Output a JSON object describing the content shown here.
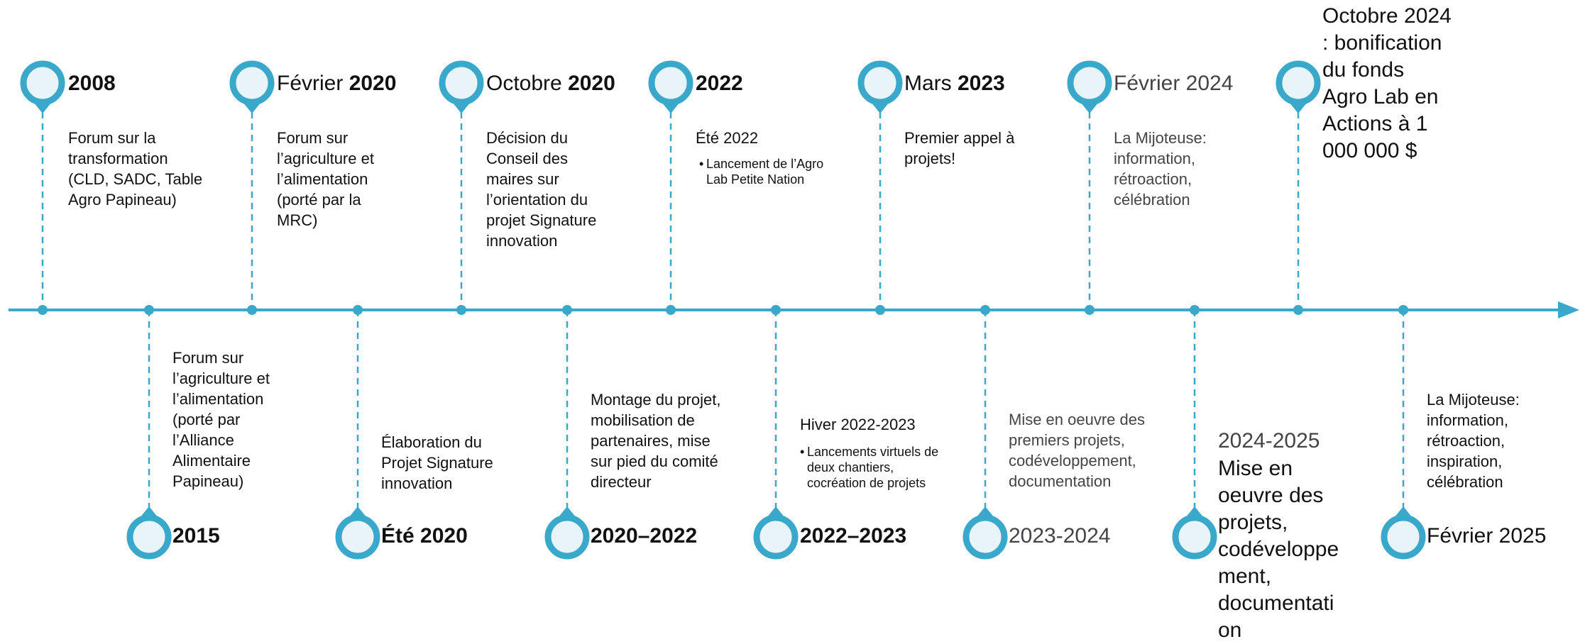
{
  "colors": {
    "accent": "#3aa8cb",
    "pin_fill": "#e8f4f8",
    "text": "#111111"
  },
  "events_top": [
    {
      "title_pre": "",
      "title_year": "2008",
      "desc": [
        "Forum sur la",
        "transformation",
        "(CLD, SADC, Table",
        "Agro Papineau)"
      ]
    },
    {
      "title_pre": "Février ",
      "title_year": "2020",
      "desc": [
        "Forum sur",
        "l’agriculture et",
        "l’alimentation",
        "(porté par la",
        "MRC)"
      ]
    },
    {
      "title_pre": "Octobre ",
      "title_year": "2020",
      "desc": [
        "Décision du",
        "Conseil des",
        "maires sur",
        "l’orientation du",
        "projet Signature",
        "innovation"
      ]
    },
    {
      "title_pre": "",
      "title_year": "2022",
      "subtitle": "Été 2022",
      "bullets": [
        "Lancement de l’Agro",
        "Lab Petite Nation"
      ]
    },
    {
      "title_pre": "Mars ",
      "title_year": "2023",
      "desc": [
        "Premier appel à",
        "projets!"
      ]
    },
    {
      "title_light": "Février 2024",
      "desc": [
        "La Mijoteuse:",
        "information,",
        "rétroaction,",
        "célébration"
      ]
    },
    {
      "big_text": [
        "Octobre 2024",
        ": bonification",
        "du fonds",
        "Agro Lab en",
        "Actions à 1",
        "000 000 $"
      ]
    }
  ],
  "events_bottom": [
    {
      "title": "2015",
      "desc": [
        "Forum sur",
        "l’agriculture et",
        "l’alimentation",
        "(porté par",
        "l’Alliance",
        "Alimentaire",
        "Papineau)"
      ]
    },
    {
      "title": "Été 2020",
      "desc": [
        "Élaboration du",
        "Projet Signature",
        "innovation"
      ]
    },
    {
      "title": "2020–2022",
      "desc": [
        "Montage du projet,",
        "mobilisation de",
        "partenaires, mise",
        "sur pied du comité",
        "directeur"
      ]
    },
    {
      "title": "2022–2023",
      "subtitle": "Hiver 2022-2023",
      "bullets": [
        "Lancements virtuels de",
        "deux chantiers,",
        "cocréation de projets"
      ]
    },
    {
      "title_light": "2023-2024",
      "desc": [
        "Mise en oeuvre des",
        "premiers projets,",
        "codéveloppement,",
        "documentation"
      ]
    },
    {
      "subtitle_light": "2024-2025",
      "big_text": [
        "Mise en",
        "oeuvre des",
        "projets,",
        "codéveloppe",
        "ment,",
        "documentati",
        "on"
      ]
    },
    {
      "title_light": "Février 2025",
      "desc": [
        "La Mijoteuse:",
        "information,",
        "rétroaction,",
        "inspiration,",
        "célébration"
      ]
    }
  ]
}
